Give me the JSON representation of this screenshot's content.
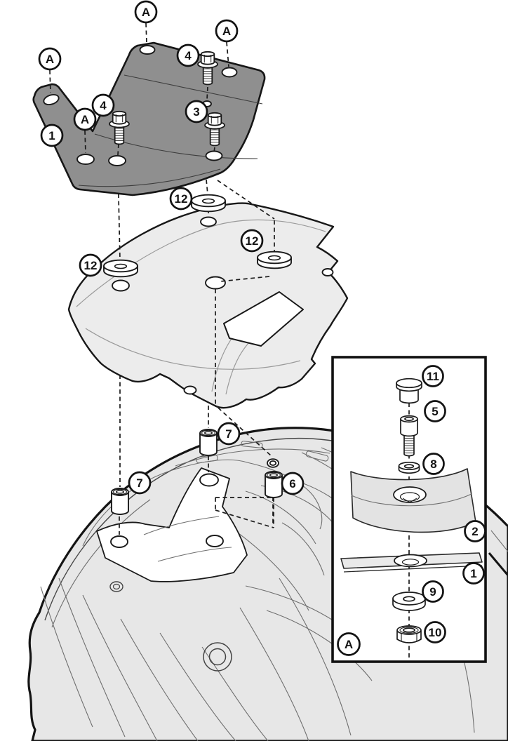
{
  "figure": {
    "kind": "exploded-assembly-diagram"
  },
  "labels": {
    "a": "A",
    "n1": "1",
    "n2": "2",
    "n3": "3",
    "n4": "4",
    "n5": "5",
    "n6": "6",
    "n7": "7",
    "n8": "8",
    "n9": "9",
    "n10": "10",
    "n11": "11",
    "n12": "12"
  },
  "colors": {
    "outline": "#1a1a1a",
    "mounting_plate": "#8f8f8f",
    "adapter_plate": "#ececec",
    "vehicle_body": "#e7e7e7",
    "inset_cover_plate": "#e3e3e3",
    "inset_flat_plate": "#eaeaea"
  }
}
